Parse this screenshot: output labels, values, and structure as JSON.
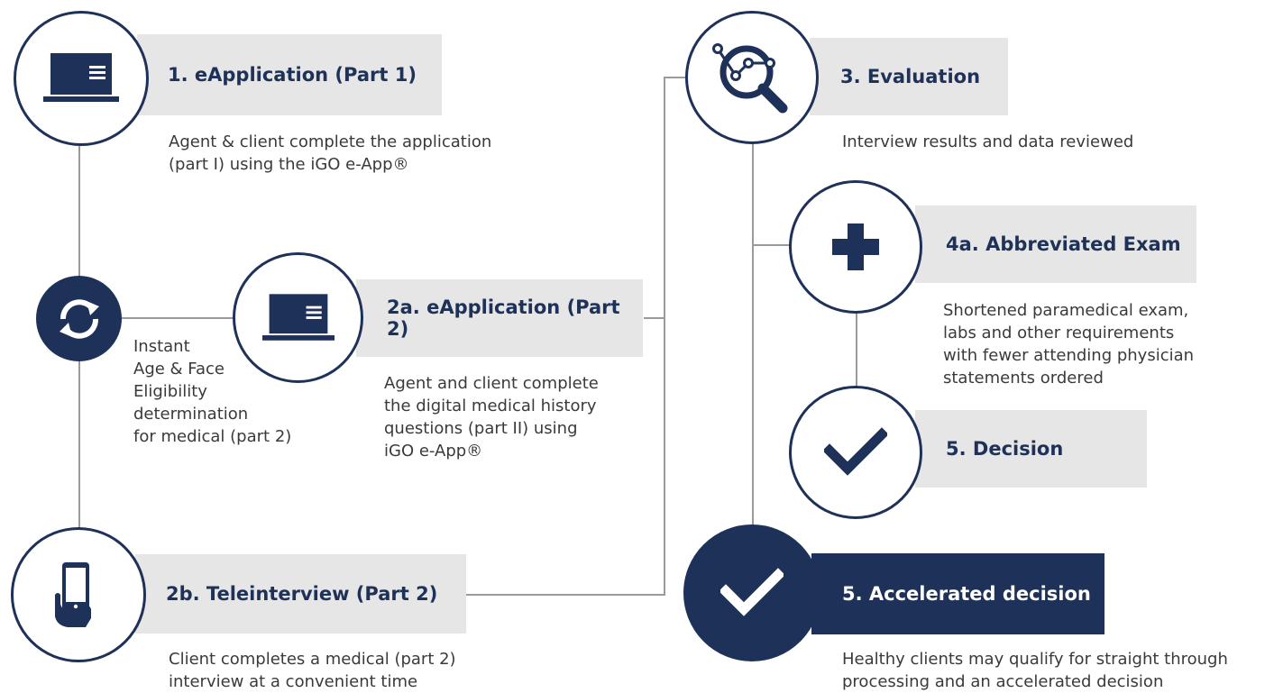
{
  "colors": {
    "navy": "#1e3158",
    "box_gray": "#e6e6e6",
    "connector": "#9a9a9a",
    "text": "#3a3a3a"
  },
  "steps": {
    "s1": {
      "title": "1. eApplication (Part 1)",
      "icon": "laptop-icon",
      "desc": [
        "Agent & client complete the application",
        "(part I) using the iGO e-App®"
      ]
    },
    "s2a": {
      "title": "2a. eApplication (Part 2)",
      "icon": "laptop-icon",
      "desc": [
        "Agent and client complete",
        "the digital medical history",
        "questions (part II) using",
        "iGO e-App®"
      ]
    },
    "s2b": {
      "title": "2b. Teleinterview (Part 2)",
      "icon": "smartphone-hand-icon",
      "desc": [
        "Client completes a medical (part 2)",
        "interview at a convenient time"
      ]
    },
    "s3": {
      "title": "3. Evaluation",
      "icon": "magnifier-chart-icon",
      "desc": [
        "Interview results and data reviewed"
      ]
    },
    "s4a": {
      "title": "4a. Abbreviated Exam",
      "icon": "medical-cross-icon",
      "desc": [
        "Shortened paramedical exam,",
        "labs and other requirements",
        "with fewer attending physician",
        "statements ordered"
      ]
    },
    "s5": {
      "title": "5. Decision",
      "icon": "checkmark-icon"
    },
    "s5acc": {
      "title": "5. Accelerated decision",
      "icon": "checkmark-icon",
      "desc": [
        "Healthy clients may qualify for straight through",
        "processing and an accelerated decision"
      ]
    }
  },
  "eligibility": {
    "icon": "refresh-cycle-icon",
    "desc": [
      "Instant",
      "Age & Face",
      "Eligibility",
      "determination",
      "for medical (part 2)"
    ]
  }
}
